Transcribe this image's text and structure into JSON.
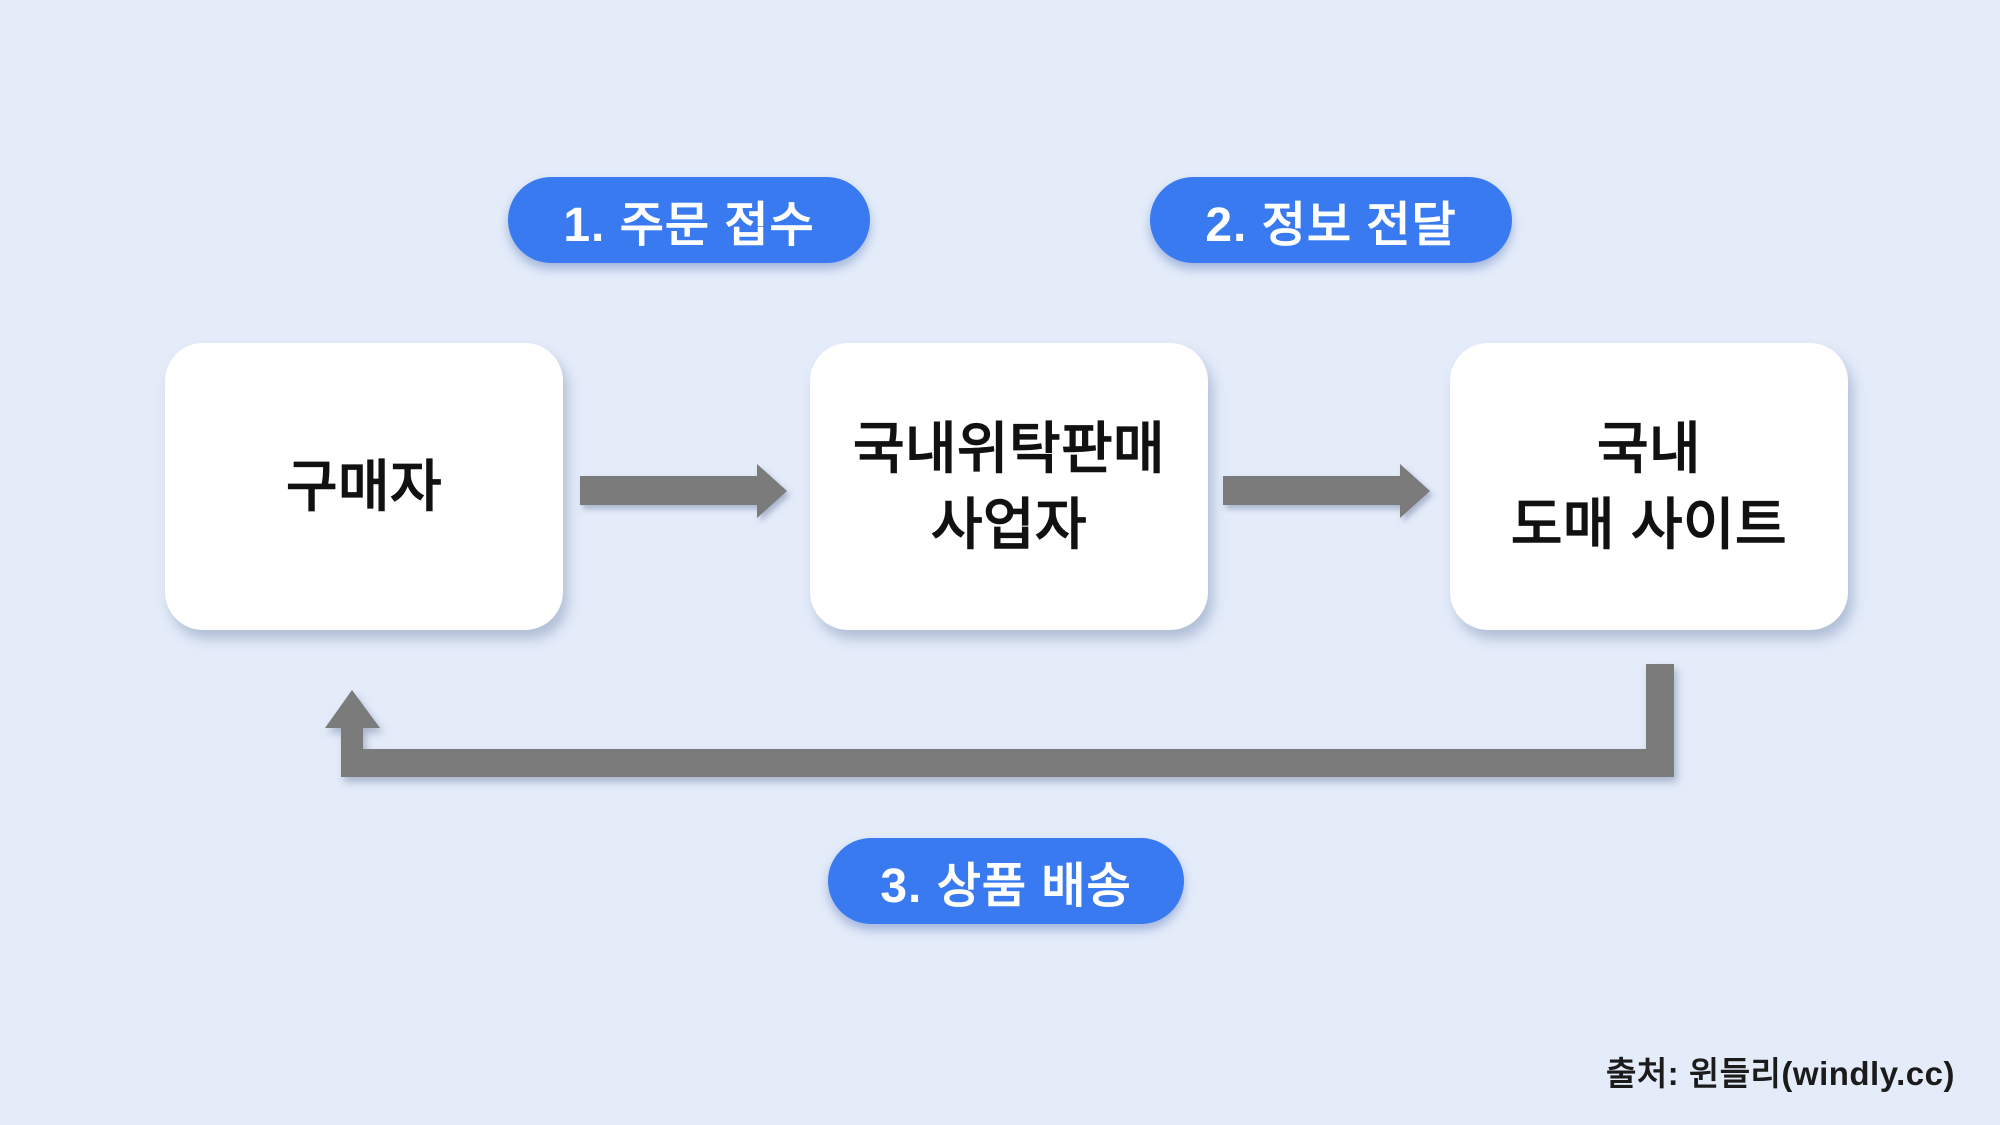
{
  "colors": {
    "background": "#e4ecfa",
    "pill_blue": "#3a7af0",
    "pill_text": "#ffffff",
    "arrow_gray": "#7b7b7b",
    "node_bg": "#ffffff",
    "node_text": "#111111",
    "source_text": "#1b1b1b"
  },
  "steps": [
    {
      "label": "1. 주문 접수"
    },
    {
      "label": "2. 정보 전달"
    },
    {
      "label": "3. 상품 배송"
    }
  ],
  "nodes": [
    {
      "line1": "구매자",
      "line2": ""
    },
    {
      "line1": "국내위탁판매",
      "line2": "사업자"
    },
    {
      "line1": "국내",
      "line2": "도매 사이트"
    }
  ],
  "source": "출처: 윈들리(windly.cc)"
}
